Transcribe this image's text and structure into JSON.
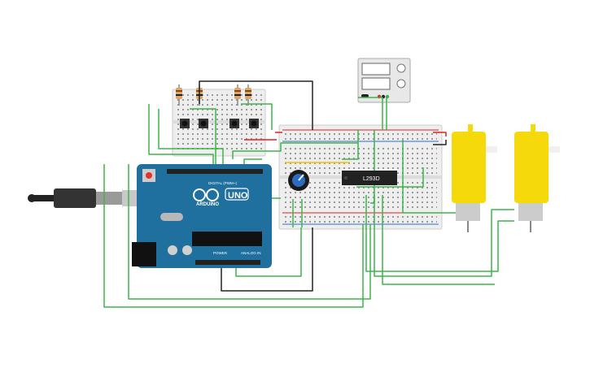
{
  "circuit": {
    "arduino": {
      "brand": "ARDUINO",
      "model": "UNO",
      "header_digital": "DIGITAL (PWM~)",
      "header_power": "POWER",
      "header_analog": "ANALOG IN",
      "board_color": "#1f6f9f",
      "logo_color": "#ffffff"
    },
    "ic": {
      "label": "L293D",
      "color": "#222222"
    },
    "colors": {
      "wire": "#3cb54a",
      "wire_black": "#222222",
      "wire_red": "#e02020",
      "wire_yellow": "#f2c200",
      "motor_yellow": "#f5d90a",
      "breadboard": "#eeeeee",
      "rail_red": "#e02020",
      "rail_blue": "#2a6fd6"
    },
    "components": [
      "usb-cable-icon",
      "arduino-uno",
      "small-breadboard",
      "main-breadboard",
      "power-supply",
      "potentiometer",
      "l293d-chip",
      "push-buttons",
      "resistors",
      "dc-motor-left",
      "dc-motor-right"
    ]
  }
}
